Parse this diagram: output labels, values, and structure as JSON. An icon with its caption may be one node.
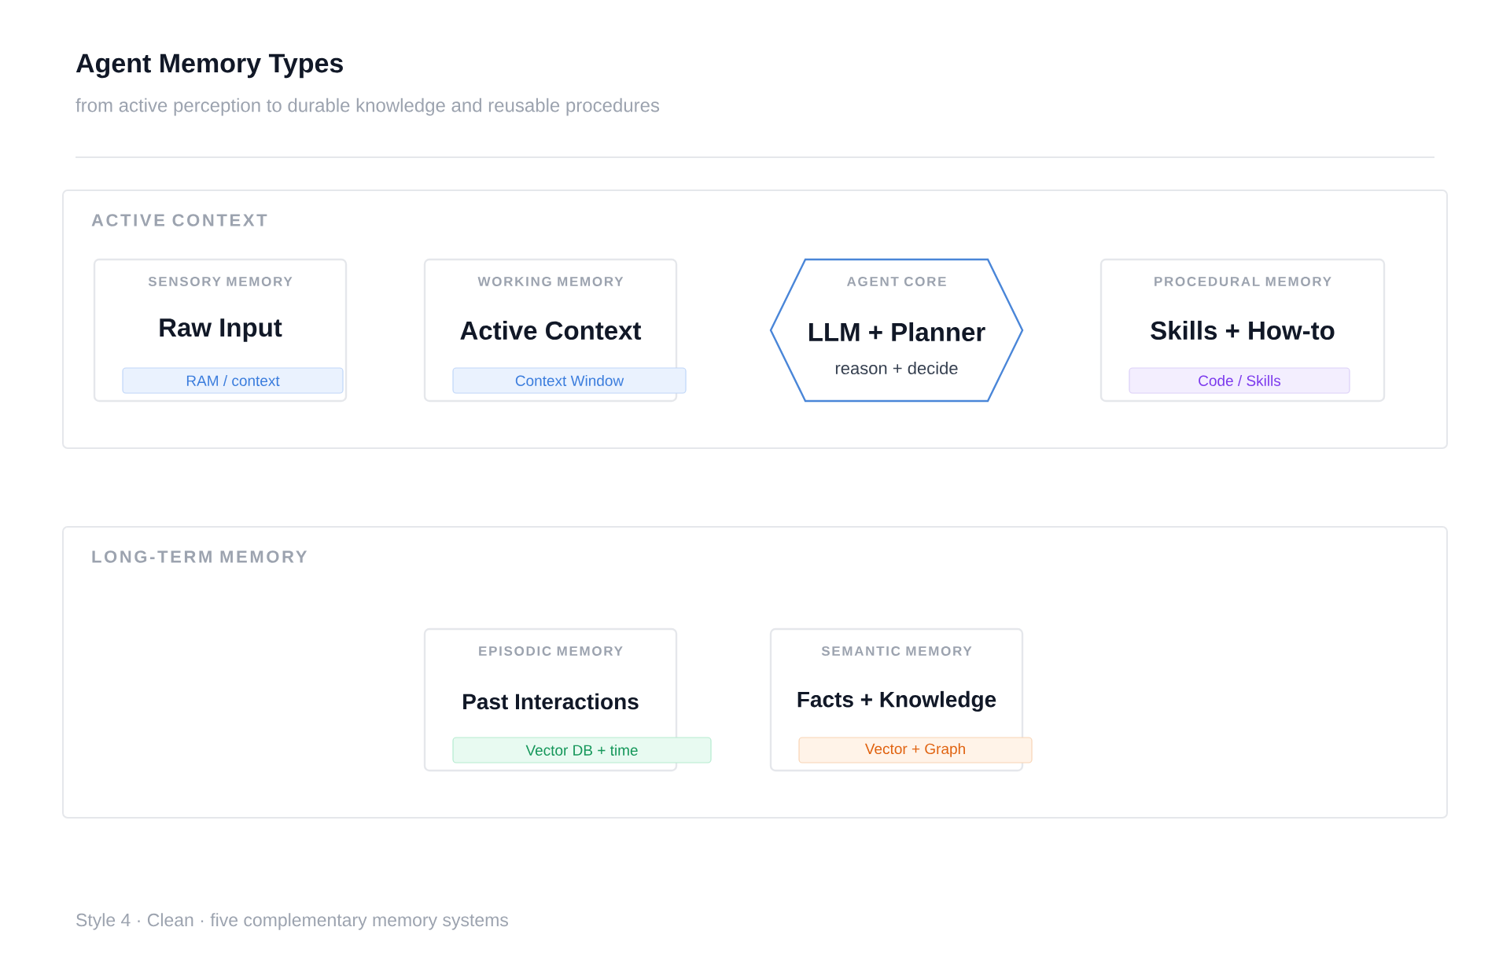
{
  "diagram": {
    "title": "Agent Memory Types",
    "caption": "from active perception to durable knowledge and reusable procedures",
    "nodes": [
      {
        "text": [
          "ACTIVE CONTEXT"
        ]
      },
      {
        "text": [
          "SENSORY MEMORY",
          "Raw Input",
          "RAM / context"
        ],
        "in": 0
      },
      {
        "text": [
          "WORKING MEMORY",
          "Active Context",
          "Context Window"
        ],
        "in": 0
      },
      {
        "text": [
          "AGENT CORE",
          "LLM + Planner",
          "reason + decide"
        ],
        "in": 0
      },
      {
        "text": [
          "PROCEDURAL MEMORY",
          "Skills + How-to",
          "Code / Skills"
        ],
        "in": 0
      },
      {
        "text": [
          "LONG-TERM MEMORY"
        ]
      },
      {
        "text": [
          "EPISODIC MEMORY",
          "Past Interactions",
          "Vector DB + time"
        ],
        "in": 5
      },
      {
        "text": [
          "SEMANTIC MEMORY",
          "Facts + Knowledge",
          "Vector + Graph"
        ],
        "in": 5
      }
    ],
    "edges": [],
    "labels": [
      "Style 4 · Clean · five complementary memory systems"
    ]
  }
}
